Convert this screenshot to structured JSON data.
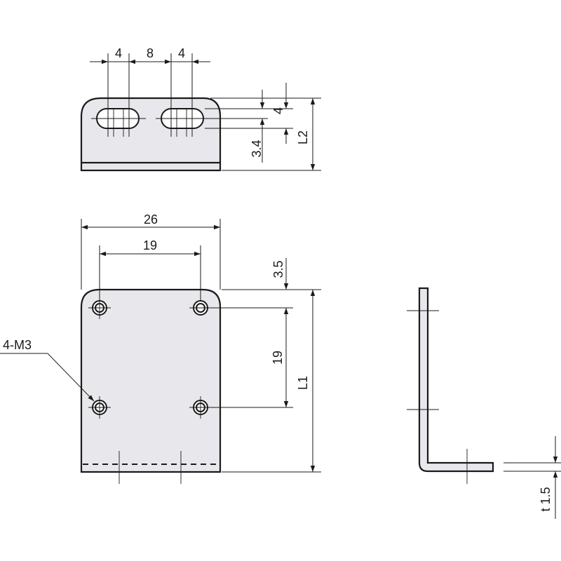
{
  "top_view": {
    "dim_slot_width_left": "4",
    "dim_slot_gap": "8",
    "dim_slot_width_right": "4",
    "dim_slot_height": "4",
    "dim_slot_offset": "3.4",
    "dim_height": "L2"
  },
  "front_view": {
    "dim_width": "26",
    "dim_hole_pitch_h": "19",
    "dim_edge_offset": "3.5",
    "dim_hole_pitch_v": "19",
    "dim_height": "L1",
    "hole_callout": "4-M3"
  },
  "side_view": {
    "dim_thickness": "t 1.5"
  }
}
